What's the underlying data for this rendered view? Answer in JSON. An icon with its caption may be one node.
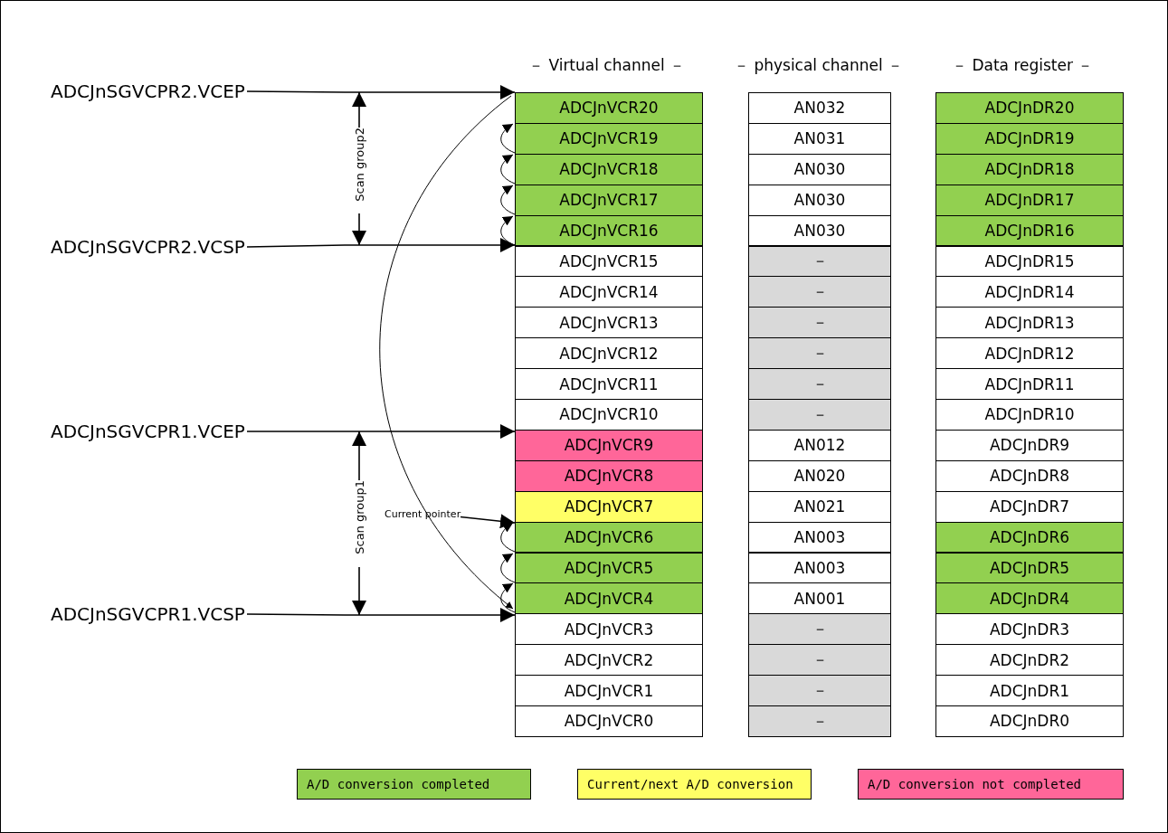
{
  "diagram": {
    "nodes": [
      {
        "text": [
          "ADCJnSGVCPR2.VCEP"
        ]
      },
      {
        "text": [
          "ADCJnSGVCPR2.VCSP"
        ]
      },
      {
        "text": [
          "ADCJnSGVCPR1.VCEP"
        ]
      },
      {
        "text": [
          "ADCJnSGVCPR1.VCSP"
        ]
      },
      {
        "text": [
          "Current pointer"
        ]
      },
      {
        "text": [
          "ADCJnVCR20"
        ]
      },
      {
        "text": [
          "AN032"
        ]
      },
      {
        "text": [
          "ADCJnDR20"
        ]
      },
      {
        "text": [
          "ADCJnVCR19"
        ]
      },
      {
        "text": [
          "AN031"
        ]
      },
      {
        "text": [
          "ADCJnDR19"
        ]
      },
      {
        "text": [
          "ADCJnVCR18"
        ]
      },
      {
        "text": [
          "AN030"
        ]
      },
      {
        "text": [
          "ADCJnDR18"
        ]
      },
      {
        "text": [
          "ADCJnVCR17"
        ]
      },
      {
        "text": [
          "AN030"
        ]
      },
      {
        "text": [
          "ADCJnDR17"
        ]
      },
      {
        "text": [
          "ADCJnVCR16"
        ]
      },
      {
        "text": [
          "AN030"
        ]
      },
      {
        "text": [
          "ADCJnDR16"
        ]
      },
      {
        "text": [
          "ADCJnVCR15"
        ]
      },
      {
        "text": [
          "－"
        ]
      },
      {
        "text": [
          "ADCJnDR15"
        ]
      },
      {
        "text": [
          "ADCJnVCR14"
        ]
      },
      {
        "text": [
          "－"
        ]
      },
      {
        "text": [
          "ADCJnDR14"
        ]
      },
      {
        "text": [
          "ADCJnVCR13"
        ]
      },
      {
        "text": [
          "－"
        ]
      },
      {
        "text": [
          "ADCJnDR13"
        ]
      },
      {
        "text": [
          "ADCJnVCR12"
        ]
      },
      {
        "text": [
          "－"
        ]
      },
      {
        "text": [
          "ADCJnDR12"
        ]
      },
      {
        "text": [
          "ADCJnVCR11"
        ]
      },
      {
        "text": [
          "－"
        ]
      },
      {
        "text": [
          "ADCJnDR11"
        ]
      },
      {
        "text": [
          "ADCJnVCR10"
        ]
      },
      {
        "text": [
          "－"
        ]
      },
      {
        "text": [
          "ADCJnDR10"
        ]
      },
      {
        "text": [
          "ADCJnVCR9"
        ]
      },
      {
        "text": [
          "AN012"
        ]
      },
      {
        "text": [
          "ADCJnDR9"
        ]
      },
      {
        "text": [
          "ADCJnVCR8"
        ]
      },
      {
        "text": [
          "AN020"
        ]
      },
      {
        "text": [
          "ADCJnDR8"
        ]
      },
      {
        "text": [
          "ADCJnVCR7"
        ]
      },
      {
        "text": [
          "AN021"
        ]
      },
      {
        "text": [
          "ADCJnDR7"
        ]
      },
      {
        "text": [
          "ADCJnVCR6"
        ]
      },
      {
        "text": [
          "AN003"
        ]
      },
      {
        "text": [
          "ADCJnDR6"
        ]
      },
      {
        "text": [
          "ADCJnVCR5"
        ]
      },
      {
        "text": [
          "AN003"
        ]
      },
      {
        "text": [
          "ADCJnDR5"
        ]
      },
      {
        "text": [
          "ADCJnVCR4"
        ]
      },
      {
        "text": [
          "AN001"
        ]
      },
      {
        "text": [
          "ADCJnDR4"
        ]
      },
      {
        "text": [
          "ADCJnVCR3"
        ]
      },
      {
        "text": [
          "－"
        ]
      },
      {
        "text": [
          "ADCJnDR3"
        ]
      },
      {
        "text": [
          "ADCJnVCR2"
        ]
      },
      {
        "text": [
          "－"
        ]
      },
      {
        "text": [
          "ADCJnDR2"
        ]
      },
      {
        "text": [
          "ADCJnVCR1"
        ]
      },
      {
        "text": [
          "－"
        ]
      },
      {
        "text": [
          "ADCJnDR1"
        ]
      },
      {
        "text": [
          "ADCJnVCR0"
        ]
      },
      {
        "text": [
          "－"
        ]
      },
      {
        "text": [
          "ADCJnDR0"
        ]
      }
    ],
    "edges": [
      {
        "from": 0,
        "to": 5,
        "arrow": "to"
      },
      {
        "from": 1,
        "to": 17,
        "arrow": "to"
      },
      {
        "from": 2,
        "to": 38,
        "arrow": "to"
      },
      {
        "from": 3,
        "to": 53,
        "arrow": "to"
      },
      {
        "from": 4,
        "to": 47,
        "arrow": "to"
      },
      {
        "from": 17,
        "to": 14,
        "arrow": "to"
      },
      {
        "from": 14,
        "to": 11,
        "arrow": "to"
      },
      {
        "from": 11,
        "to": 8,
        "arrow": "to"
      },
      {
        "from": 8,
        "to": 5,
        "arrow": "to"
      },
      {
        "from": 5,
        "to": 53,
        "arrow": "to"
      },
      {
        "from": 53,
        "to": 50,
        "arrow": "to"
      },
      {
        "from": 50,
        "to": 47,
        "arrow": "to"
      },
      {
        "from": 47,
        "to": 44,
        "arrow": "to"
      }
    ],
    "labels": [
      "－ Virtual channel －",
      "－ physical channel －",
      "－ Data register －",
      "Scan group2",
      "Scan group1"
    ],
    "legend": [
      {
        "text": "A/D conversion completed",
        "color": "#92d050"
      },
      {
        "text": "Current/next A/D conversion",
        "color": "#ffff66"
      },
      {
        "text": "A/D conversion not completed",
        "color": "#ff6699"
      }
    ]
  }
}
